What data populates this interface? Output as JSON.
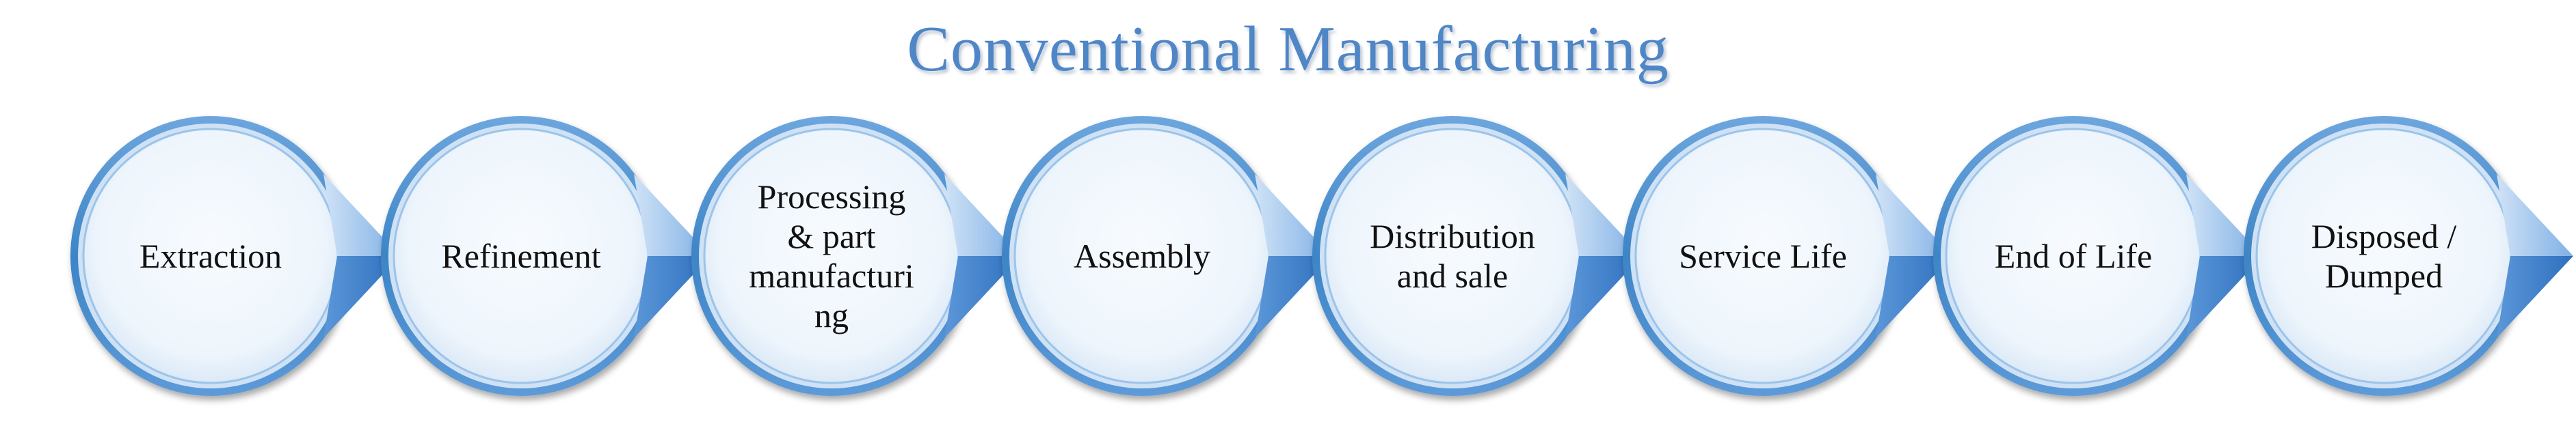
{
  "title": "Conventional Manufacturing",
  "colors": {
    "title": "#4f86c6",
    "ring_outer": "#3d85c6",
    "ring_inner": "#9cc4ea",
    "arrow_dark": "#3f7fcd",
    "arrow_light": "#8fbbe9",
    "fill_center": "#f7fbff",
    "fill_edge": "#e3eef9",
    "text": "#111111"
  },
  "stages": [
    {
      "label": "Extraction"
    },
    {
      "label": "Refinement"
    },
    {
      "label": "Processing\n& part\nmanufacturi\nng"
    },
    {
      "label": "Assembly"
    },
    {
      "label": "Distribution\nand sale"
    },
    {
      "label": "Service Life"
    },
    {
      "label": "End of Life"
    },
    {
      "label": "Disposed /\nDumped"
    }
  ]
}
